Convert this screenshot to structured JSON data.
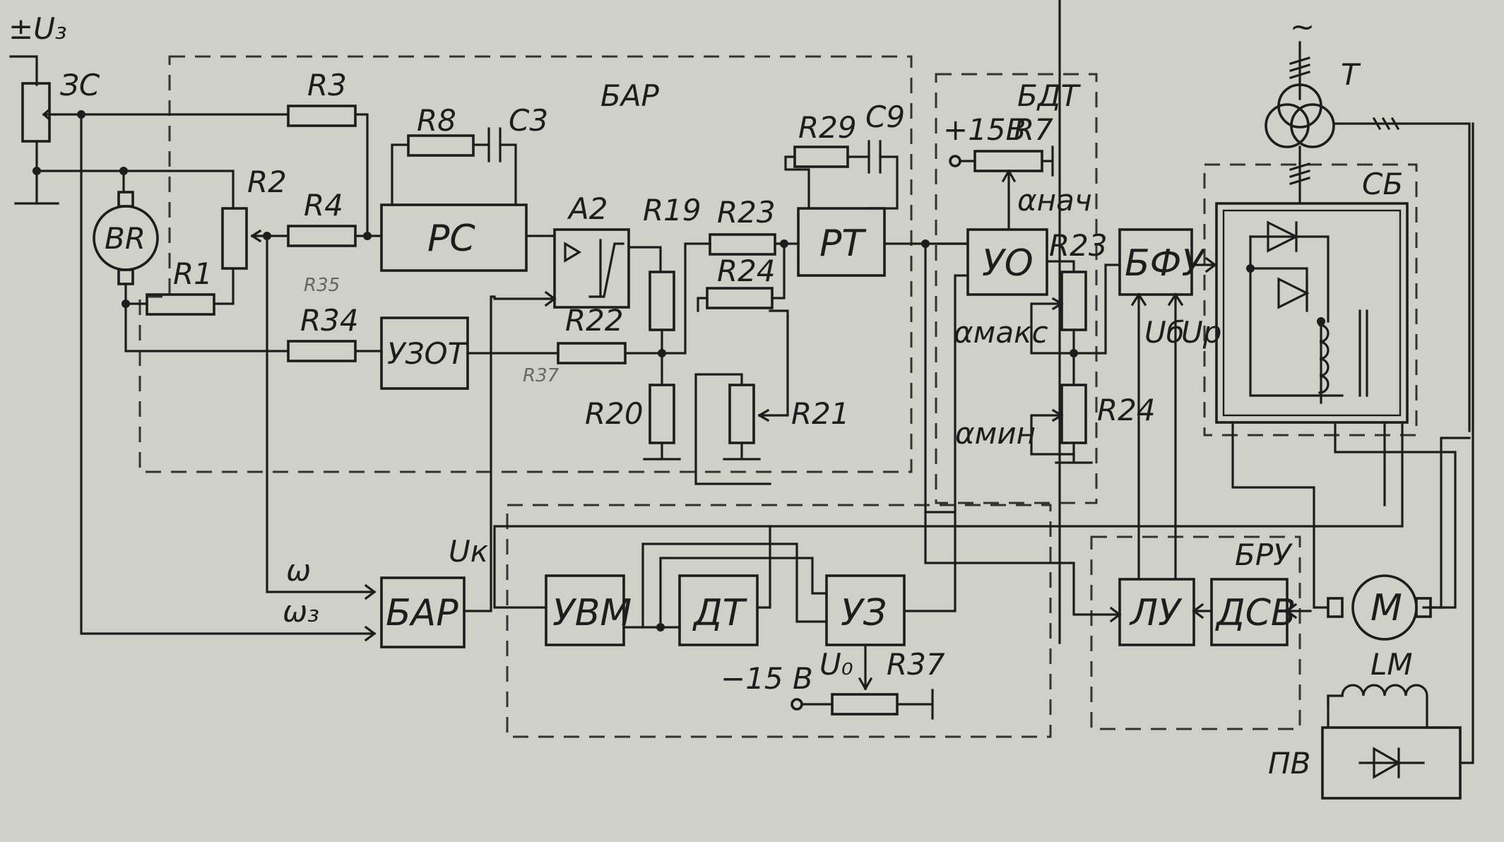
{
  "supply": {
    "uz": "±U₃",
    "zs": "ЗС",
    "p15": "+15В",
    "m15": "−15 В",
    "ac": "~"
  },
  "blocks": {
    "rs": "РС",
    "a2": "А2",
    "rt": "РТ",
    "uzot": "УЗОТ",
    "bar": "БАР",
    "uo": "УО",
    "bfu": "БФУ",
    "uvm": "УВМ",
    "dt": "ДТ",
    "uz3": "УЗ",
    "lu": "ЛУ",
    "dsv": "ДСВ",
    "pv": "ПВ",
    "motor": "M",
    "tacho": "BR"
  },
  "groups": {
    "bar": "БАР",
    "bdt": "БДТ",
    "bru": "БРУ",
    "sb": "СБ"
  },
  "components": {
    "r1": "R1",
    "r2": "R2",
    "r3": "R3",
    "r4": "R4",
    "r8": "R8",
    "c3": "C3",
    "r19": "R19",
    "r20": "R20",
    "r21": "R21",
    "r22": "R22",
    "r23a": "R23",
    "r24a": "R24",
    "r29": "R29",
    "c9": "C9",
    "r34": "R34",
    "r7": "R7",
    "r23b": "R23",
    "r24b": "R24",
    "r37": "R37",
    "t": "T",
    "lm": "LM"
  },
  "signals": {
    "omega": "ω",
    "omega_z": "ω₃",
    "uk": "Uк",
    "alpha_nach": "αнач",
    "alpha_maks": "αмакс",
    "alpha_min": "αмин",
    "ub": "Uб",
    "ur": "Uр",
    "u0": "U₀"
  },
  "pencil": {
    "r35": "R35",
    "r37": "R37"
  }
}
